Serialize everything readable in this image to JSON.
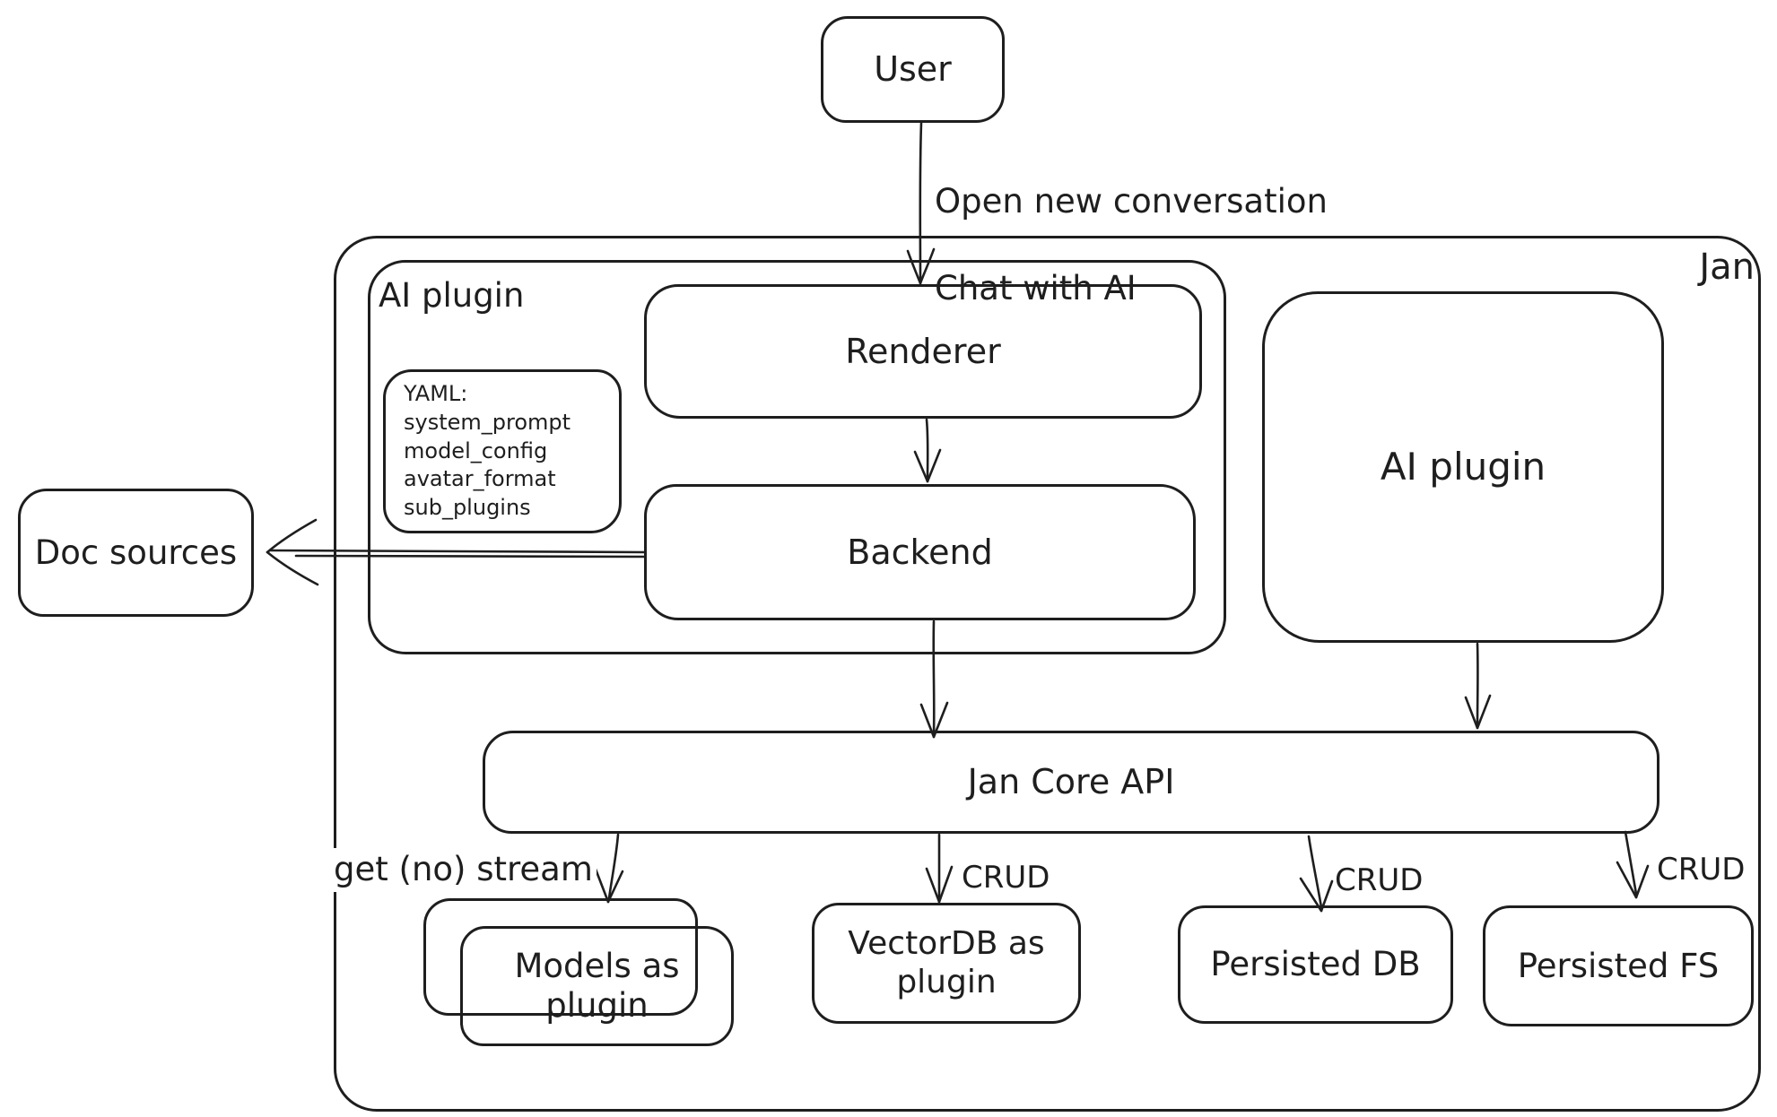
{
  "colors": {
    "stroke": "#1e1e1e",
    "background": "#ffffff"
  },
  "diagram": {
    "nodes": {
      "user": {
        "label": "User"
      },
      "jan": {
        "label": "Jan"
      },
      "ai_plugin_group": {
        "label": "AI plugin"
      },
      "renderer": {
        "label": "Renderer"
      },
      "backend": {
        "label": "Backend"
      },
      "yaml_note": {
        "lines": [
          "YAML:",
          "system_prompt",
          "model_config",
          "avatar_format",
          "sub_plugins"
        ]
      },
      "ai_plugin": {
        "label": "AI plugin"
      },
      "doc_sources": {
        "label": "Doc sources"
      },
      "jan_core_api": {
        "label": "Jan Core API"
      },
      "models_as_plugin": {
        "label": "Models as\nplugin"
      },
      "vectordb_as_plugin": {
        "label": "VectorDB as\nplugin"
      },
      "persisted_db": {
        "label": "Persisted DB"
      },
      "persisted_fs": {
        "label": "Persisted FS"
      }
    },
    "edges": {
      "user_to_renderer": {
        "line1": "Open new conversation",
        "line2": "Chat with AI"
      },
      "api_to_models": {
        "label": "get (no) stream"
      },
      "api_to_vectordb": {
        "label": "CRUD"
      },
      "api_to_persisted_db": {
        "label": "CRUD"
      },
      "api_to_persisted_fs": {
        "label": "CRUD"
      }
    }
  }
}
